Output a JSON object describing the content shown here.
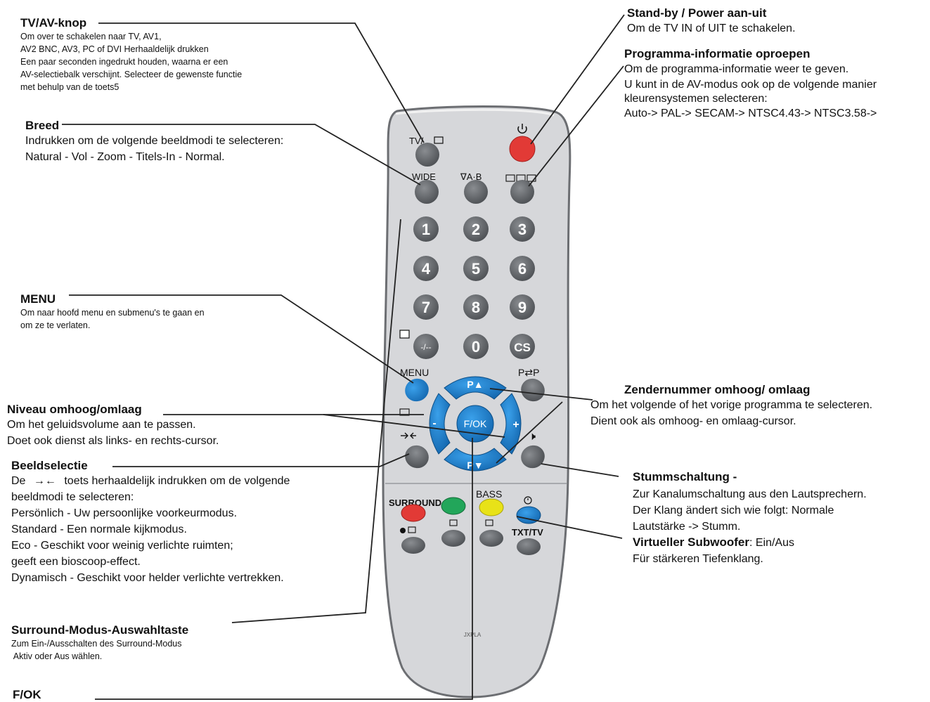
{
  "colors": {
    "remote_body": "#d6d7da",
    "button_grey": "#6b6e72",
    "button_blue": "#1f88d6",
    "button_red": "#e23a36",
    "button_green": "#22a65a",
    "button_yellow": "#e8e218",
    "leader_line": "#222222"
  },
  "remote": {
    "tv_label": "TV/",
    "wide_label": "WIDE",
    "ab_label": "∇A·B",
    "digits": [
      "1",
      "2",
      "3",
      "4",
      "5",
      "6",
      "7",
      "8",
      "9"
    ],
    "dash_label": "-/--",
    "zero_label": "0",
    "cs_label": "CS",
    "menu_label": "MENU",
    "pp_label": "P⇄P",
    "p_up_label": "P▲",
    "p_down_label": "P▼",
    "fok_label": "F/OK",
    "vol_minus_label": "-",
    "vol_plus_label": "+",
    "mute_label": "🕨",
    "surround_label": "SURROUND",
    "bass_label": "BASS",
    "txt_label": "TXT/TV",
    "model_label": "JXPLA",
    "power_icon": "power-icon"
  },
  "callouts": {
    "tvav": {
      "title": "TV/AV-knop",
      "lines": [
        "Om over te schakelen naar TV, AV1,",
        "AV2 BNC, AV3, PC of DVI Herhaaldelijk drukken",
        "Een paar seconden ingedrukt houden, waarna er een",
        "AV-selectiebalk verschijnt. Selecteer de gewenste functie",
        "met behulp van de toets5"
      ]
    },
    "breed": {
      "title": "Breed",
      "lines": [
        "Indrukken om de volgende beeldmodi te selecteren:",
        "Natural  - Vol - Zoom - Titels-In - Normal."
      ]
    },
    "menu": {
      "title": "MENU",
      "lines": [
        "Om naar hoofd menu en submenu's te gaan en",
        "om ze te verlaten."
      ]
    },
    "niveau": {
      "title": "Niveau omhoog/omlaag",
      "lines": [
        "Om het geluidsvolume aan te passen.",
        "Doet ook dienst als links- en rechts-cursor."
      ]
    },
    "beeld": {
      "title": "Beeldselectie",
      "line1_a": "De",
      "line1_b": "toets herhaaldelijk indrukken om de volgende",
      "lines": [
        "beeldmodi te selecteren:",
        "Persönlich - Uw persoonlijke voorkeurmodus.",
        "Standard - Een normale kijkmodus.",
        "Eco - Geschikt voor weinig verlichte ruimten;",
        "geeft een bioscoop-effect.",
        "Dynamisch - Geschikt voor helder verlichte vertrekken."
      ]
    },
    "surround": {
      "title": "Surround-Modus-Auswahltaste",
      "lines": [
        "Zum Ein-/Ausschalten des Surround-Modus",
        " Aktiv oder Aus wählen."
      ]
    },
    "fok": {
      "title": "F/OK"
    },
    "standby": {
      "title": "Stand-by / Power aan-uit",
      "lines": [
        "Om de TV IN of UIT te schakelen."
      ]
    },
    "prog": {
      "title": "Programma-informatie oproepen",
      "lines": [
        "Om de programma-informatie weer te geven.",
        "U kunt in de AV-modus ook op de volgende manier",
        "kleurensystemen selecteren:",
        "Auto-> PAL-> SECAM-> NTSC4.43-> NTSC3.58->"
      ]
    },
    "zender": {
      "title": "Zendernummer omhoog/ omlaag",
      "lines": [
        "Om het volgende of het vorige programma te selecteren.",
        "Dient ook als omhoog- en omlaag-cursor."
      ]
    },
    "stumm": {
      "title": "Stummschaltung -",
      "lines": [
        "Zur Kanalumschaltung aus den Lautsprechern.",
        "Der Klang ändert sich wie folgt: Normale",
        "Lautstärke -> Stumm."
      ]
    },
    "virt": {
      "title": "Virtueller Subwoofer",
      "title_suffix": ": Ein/Aus",
      "lines": [
        "Für stärkeren Tiefenklang."
      ]
    }
  }
}
